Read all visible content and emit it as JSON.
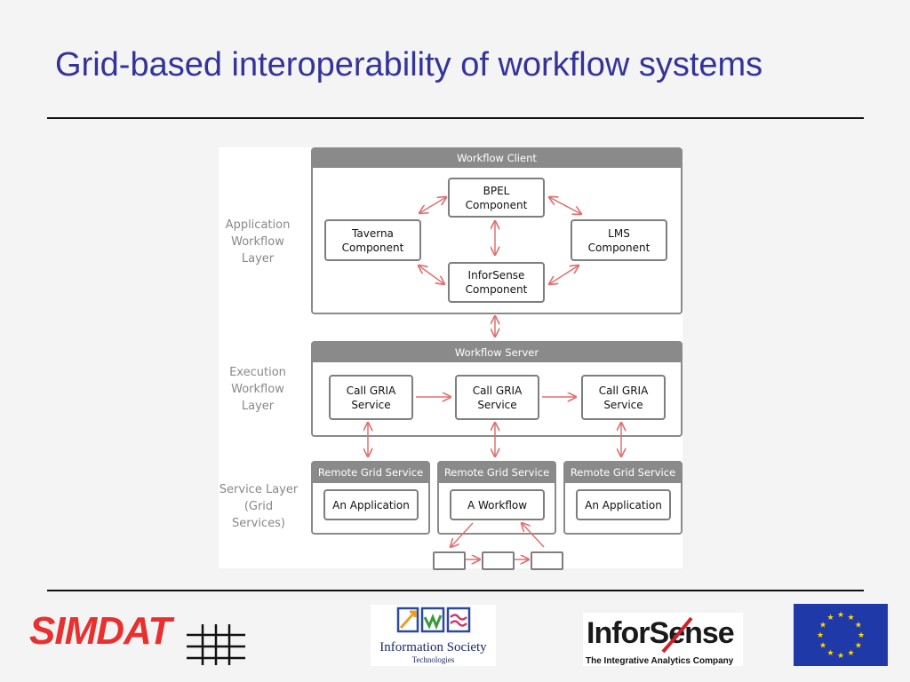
{
  "title": "Grid-based interoperability of workflow systems",
  "diagram": {
    "layers": {
      "application": "Application\nWorkflow\nLayer",
      "execution": "Execution\nWorkflow\nLayer",
      "service": "Service Layer\n(Grid Services)"
    },
    "workflow_client": {
      "header": "Workflow Client",
      "bpel": "BPEL\nComponent",
      "taverna": "Taverna\nComponent",
      "lms": "LMS\nComponent",
      "inforsense": "InforSense\nComponent"
    },
    "workflow_server": {
      "header": "Workflow Server",
      "calls": [
        "Call GRIA\nService",
        "Call GRIA\nService",
        "Call GRIA\nService"
      ]
    },
    "remote_services": [
      {
        "header": "Remote Grid Service",
        "label": "An Application"
      },
      {
        "header": "Remote Grid Service",
        "label": "A Workflow"
      },
      {
        "header": "Remote Grid Service",
        "label": "An Application"
      }
    ],
    "colors": {
      "arrow": "#e07070",
      "panel": "#8a8a8a"
    }
  },
  "logos": {
    "simdat": "SIMDAT",
    "ist_name": "Information Society",
    "ist_sub": "Technologies",
    "inforsense_name": "InforSense",
    "inforsense_tagline": "The Integrative Analytics Company",
    "eu_icon": "eu-flag-icon"
  },
  "colors": {
    "title": "#33339a",
    "simdat": "#e8312f",
    "eu_blue": "#1f3aa8",
    "eu_star": "#ffd700"
  }
}
